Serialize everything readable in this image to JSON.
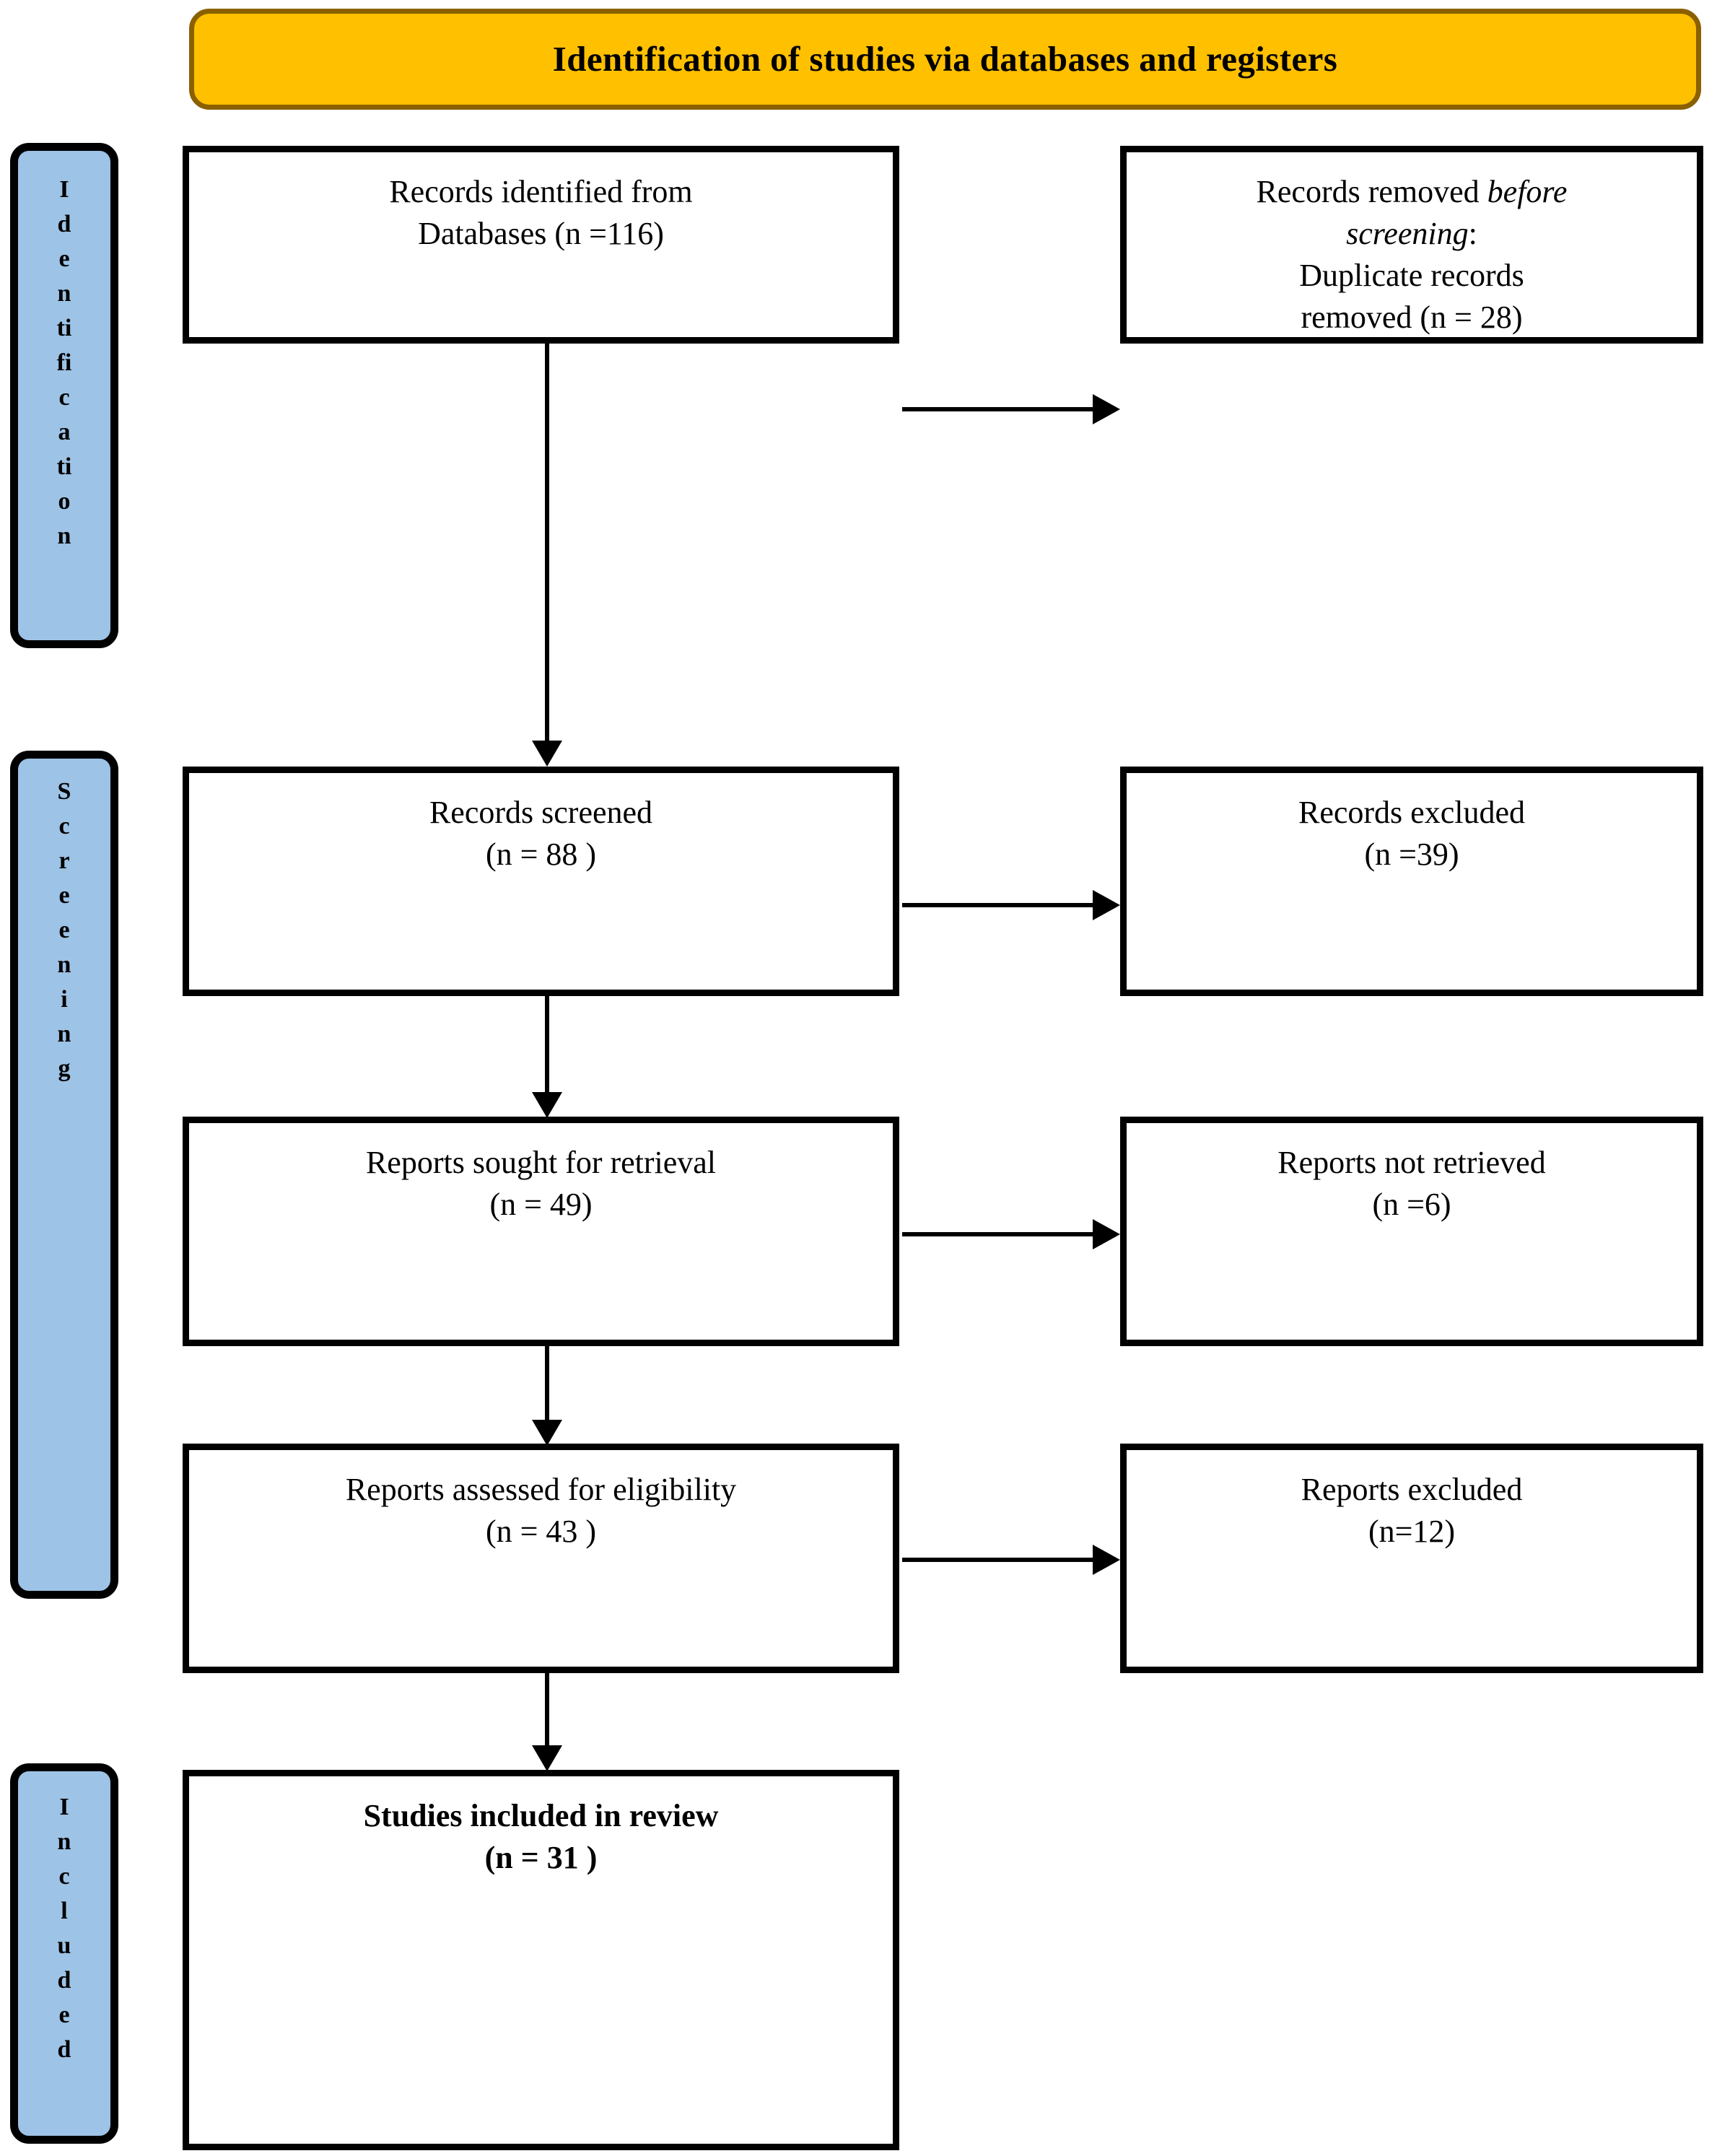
{
  "banner": {
    "title": "Identification of studies via databases and registers"
  },
  "stages": [
    {
      "name": "identification",
      "label": "Identification",
      "letters": [
        "I",
        "d",
        "e",
        "n",
        "ti",
        "fi",
        "c",
        "a",
        "ti",
        "o",
        "n"
      ]
    },
    {
      "name": "screening",
      "label": "Screening",
      "letters": [
        "S",
        "c",
        "r",
        "e",
        "e",
        "n",
        "i",
        "n",
        "g"
      ]
    },
    {
      "name": "included",
      "label": "Included",
      "letters": [
        "I",
        "n",
        "c",
        "l",
        "u",
        "d",
        "e",
        "d"
      ]
    }
  ],
  "boxes": {
    "identified": {
      "line1": "Records identified from",
      "line2": "Databases (n =116)"
    },
    "removed": {
      "line1_a": "Records removed ",
      "line1_i": "before",
      "line2_i": "screening",
      "line2_a": ":",
      "line3": "Duplicate records",
      "line4": "removed (n = 28)"
    },
    "screened": {
      "line1": "Records screened",
      "line2": "(n = 88 )"
    },
    "rec_excluded": {
      "line1": "Records excluded",
      "line2": "(n =39)"
    },
    "sought": {
      "line1": "Reports sought for retrieval",
      "line2": "(n = 49)"
    },
    "not_retrieved": {
      "line1": "Reports not retrieved",
      "line2": "(n =6)"
    },
    "assessed": {
      "line1": "Reports assessed for eligibility",
      "line2": "(n = 43 )"
    },
    "rep_excluded": {
      "line1": "Reports excluded",
      "line2": "(n=12)"
    },
    "included": {
      "line1": "Studies included in review",
      "line2": "(n = 31 )"
    }
  },
  "colors": {
    "banner_fill": "#FFC000",
    "banner_border": "#8a6000",
    "stage_fill": "#9DC3E6",
    "box_border": "#000000",
    "text": "#000000"
  },
  "chart_data": {
    "type": "diagram",
    "title": "Identification of studies via databases and registers",
    "nodes": [
      {
        "id": "identified",
        "stage": "Identification",
        "label": "Records identified from Databases",
        "n": 116,
        "column": "left"
      },
      {
        "id": "removed",
        "stage": "Identification",
        "label": "Records removed before screening: Duplicate records removed",
        "n": 28,
        "column": "right"
      },
      {
        "id": "screened",
        "stage": "Screening",
        "label": "Records screened",
        "n": 88,
        "column": "left"
      },
      {
        "id": "rec_excluded",
        "stage": "Screening",
        "label": "Records excluded",
        "n": 39,
        "column": "right"
      },
      {
        "id": "sought",
        "stage": "Screening",
        "label": "Reports sought for retrieval",
        "n": 49,
        "column": "left"
      },
      {
        "id": "not_retrieved",
        "stage": "Screening",
        "label": "Reports not retrieved",
        "n": 6,
        "column": "right"
      },
      {
        "id": "assessed",
        "stage": "Screening",
        "label": "Reports assessed for eligibility",
        "n": 43,
        "column": "left"
      },
      {
        "id": "rep_excluded",
        "stage": "Screening",
        "label": "Reports excluded",
        "n": 12,
        "column": "right"
      },
      {
        "id": "included",
        "stage": "Included",
        "label": "Studies included in review",
        "n": 31,
        "column": "left"
      }
    ],
    "edges": [
      {
        "from": "identified",
        "to": "removed",
        "direction": "horizontal"
      },
      {
        "from": "identified",
        "to": "screened",
        "direction": "vertical"
      },
      {
        "from": "screened",
        "to": "rec_excluded",
        "direction": "horizontal"
      },
      {
        "from": "screened",
        "to": "sought",
        "direction": "vertical"
      },
      {
        "from": "sought",
        "to": "not_retrieved",
        "direction": "horizontal"
      },
      {
        "from": "sought",
        "to": "assessed",
        "direction": "vertical"
      },
      {
        "from": "assessed",
        "to": "rep_excluded",
        "direction": "horizontal"
      },
      {
        "from": "assessed",
        "to": "included",
        "direction": "vertical"
      }
    ]
  }
}
